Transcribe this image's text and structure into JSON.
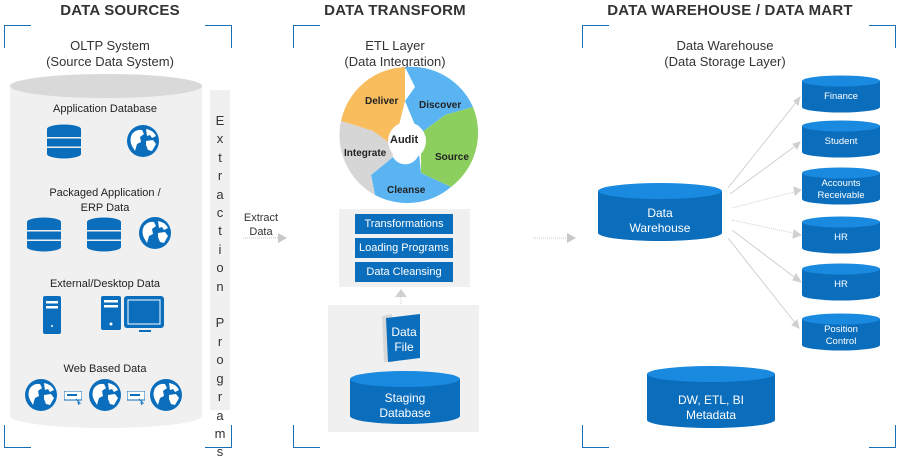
{
  "sections": {
    "sources": {
      "title": "DATA SOURCES",
      "subtitle_line1": "OLTP System",
      "subtitle_line2": "(Source Data System)",
      "groups": [
        {
          "label": "Application Database",
          "icons": [
            "database-icon",
            "globe-icon"
          ]
        },
        {
          "label_line1": "Packaged Application /",
          "label_line2": "ERP Data",
          "icons": [
            "database-icon",
            "database-icon",
            "globe-icon"
          ]
        },
        {
          "label": "External/Desktop Data",
          "icons": [
            "server-tower-icon",
            "desktop-computer-icon"
          ]
        },
        {
          "label": "Web Based Data",
          "icons": [
            "globe-icon",
            "web-form-icon",
            "globe-icon",
            "web-form-icon",
            "globe-icon"
          ]
        }
      ]
    },
    "extraction": {
      "letters": [
        "E",
        "x",
        "t",
        "r",
        "a",
        "c",
        "t",
        "i",
        "o",
        "n",
        " ",
        "P",
        "r",
        "o",
        "g",
        "r",
        "a",
        "m",
        "s"
      ],
      "arrow_label_line1": "Extract",
      "arrow_label_line2": "Data"
    },
    "transform": {
      "title": "DATA TRANSFORM",
      "subtitle_line1": "ETL Layer",
      "subtitle_line2": "(Data Integration)",
      "wheel": {
        "center": "Audit",
        "segments": [
          {
            "label": "Deliver",
            "color": "#f9bd5e"
          },
          {
            "label": "Discover",
            "color": "#5ab4f2"
          },
          {
            "label": "Source",
            "color": "#8dcf5f"
          },
          {
            "label": "Cleanse",
            "color": "#5ab4f2"
          },
          {
            "label": "Integrate",
            "color": "#d6d6d6"
          }
        ]
      },
      "processes": [
        "Transformations",
        "Loading Programs",
        "Data Cleansing"
      ],
      "data_file_line1": "Data",
      "data_file_line2": "File",
      "staging_line1": "Staging",
      "staging_line2": "Database"
    },
    "warehouse": {
      "title": "DATA WAREHOUSE / DATA MART",
      "subtitle_line1": "Data Warehouse",
      "subtitle_line2": "(Data Storage Layer)",
      "main_line1": "Data",
      "main_line2": "Warehouse",
      "marts": [
        {
          "line1": "Finance",
          "line2": ""
        },
        {
          "line1": "Student",
          "line2": ""
        },
        {
          "line1": "Accounts",
          "line2": "Receivable"
        },
        {
          "line1": "HR",
          "line2": ""
        },
        {
          "line1": "HR",
          "line2": ""
        },
        {
          "line1": "Position",
          "line2": "Control"
        }
      ],
      "metadata_line1": "DW, ETL, BI",
      "metadata_line2": "Metadata"
    }
  },
  "colors": {
    "primary_blue": "#0b6ebd",
    "light_blue": "#1a8ae0",
    "panel_gray": "#f0f0f0",
    "arrow_gray": "#c8c8c8"
  }
}
